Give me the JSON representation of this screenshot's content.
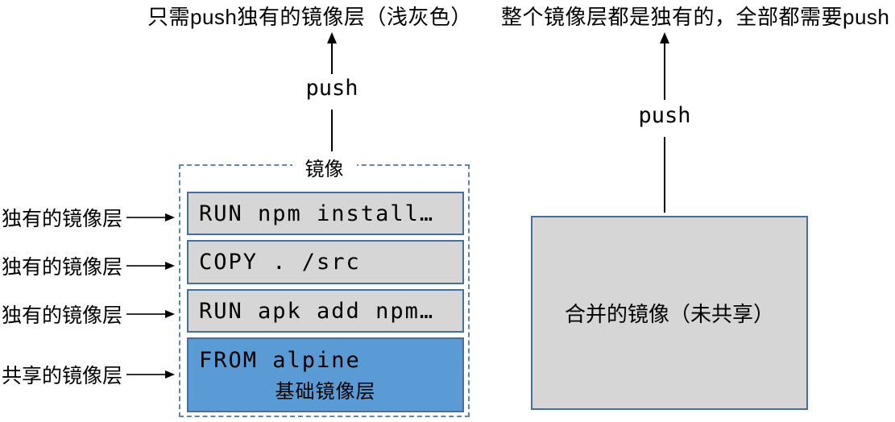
{
  "scenario_left": {
    "caption": "只需push独有的镜像层（浅灰色）",
    "push_label": "push",
    "image_box_title": "镜像",
    "layers": [
      {
        "command": "RUN npm install…"
      },
      {
        "command": "COPY . /src"
      },
      {
        "command": "RUN apk add npm…"
      },
      {
        "command": "FROM alpine",
        "sublabel": "基础镜像层"
      }
    ],
    "side_labels": [
      "独有的镜像层",
      "独有的镜像层",
      "独有的镜像层",
      "共享的镜像层"
    ]
  },
  "scenario_right": {
    "caption": "整个镜像层都是独有的，全部都需要push",
    "push_label": "push",
    "merged_box_label": "合并的镜像（未共享）"
  },
  "colors": {
    "layer_gray_fill": "#d6d6d6",
    "shared_layer_blue_fill": "#5b9bd5",
    "box_border_blue": "#41719c",
    "dashed_border_blue": "#5e87ae",
    "arrow_black": "#000000"
  }
}
